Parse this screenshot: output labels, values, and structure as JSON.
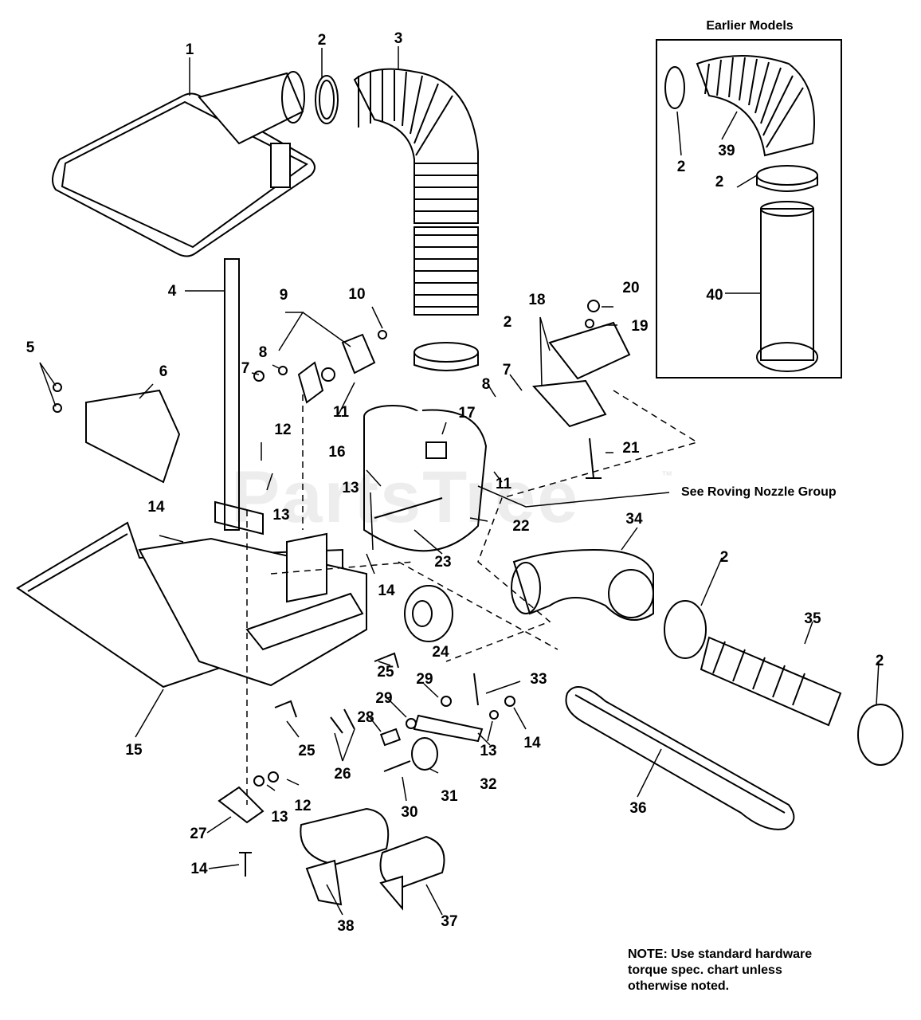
{
  "watermark": "PartsTree",
  "watermark_tm": "™",
  "inset": {
    "title": "Earlier Models"
  },
  "reference_label": "See Roving Nozzle Group",
  "note_lines": [
    "NOTE: Use standard hardware",
    "torque spec. chart unless",
    "otherwise noted."
  ],
  "callouts": {
    "c1": "1",
    "c2a": "2",
    "c3": "3",
    "c4": "4",
    "c5": "5",
    "c6": "6",
    "c7a": "7",
    "c7b": "7",
    "c8a": "8",
    "c8b": "8",
    "c9": "9",
    "c10": "10",
    "c11a": "11",
    "c11b": "11",
    "c12a": "12",
    "c12b": "12",
    "c13a": "13",
    "c13b": "13",
    "c13c": "13",
    "c13d": "13",
    "c14a": "14",
    "c14b": "14",
    "c14c": "14",
    "c14d": "14",
    "c15": "15",
    "c16": "16",
    "c17": "17",
    "c18": "18",
    "c19": "19",
    "c20": "20",
    "c21": "21",
    "c22": "22",
    "c23": "23",
    "c24": "24",
    "c25a": "25",
    "c25b": "25",
    "c26": "26",
    "c27": "27",
    "c28": "28",
    "c29a": "29",
    "c29b": "29",
    "c30": "30",
    "c31": "31",
    "c32": "32",
    "c33": "33",
    "c34": "34",
    "c35": "35",
    "c36": "36",
    "c37": "37",
    "c38": "38",
    "c39": "39",
    "c40": "40",
    "c2b": "2",
    "c2c": "2",
    "c2d": "2",
    "c2e": "2",
    "c2f": "2"
  },
  "colors": {
    "line": "#000000",
    "background": "#ffffff"
  }
}
